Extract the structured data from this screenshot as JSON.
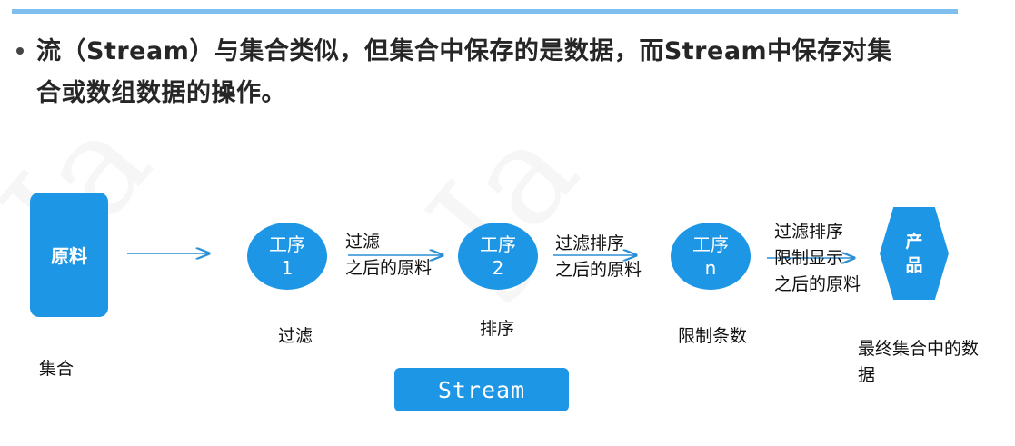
{
  "heading": {
    "line1": "流（Stream）与集合类似，但集合中保存的是数据，而Stream中保存对集",
    "line2": "合或数组数据的操作。"
  },
  "diagram": {
    "raw": {
      "label": "原料",
      "caption": "集合"
    },
    "processes": [
      {
        "line1": "工序",
        "line2": "1",
        "caption": "过滤"
      },
      {
        "line1": "工序",
        "line2": "2",
        "caption": "排序"
      },
      {
        "line1": "工序",
        "line2": "n",
        "caption": "限制条数"
      }
    ],
    "edges": [
      {
        "line1": "过滤",
        "line2": "之后的原料"
      },
      {
        "line1": "过滤排序",
        "line2": "之后的原料"
      },
      {
        "line1": "过滤排序",
        "line2": "限制显示",
        "line3": "之后的原料"
      }
    ],
    "product": {
      "line1": "产",
      "line2": "品",
      "caption_line1": "最终集合中的数",
      "caption_line2": "据"
    },
    "stream_label": "Stream"
  },
  "colors": {
    "accent": "#1e96e6",
    "top_bar": "#7fbff0"
  }
}
